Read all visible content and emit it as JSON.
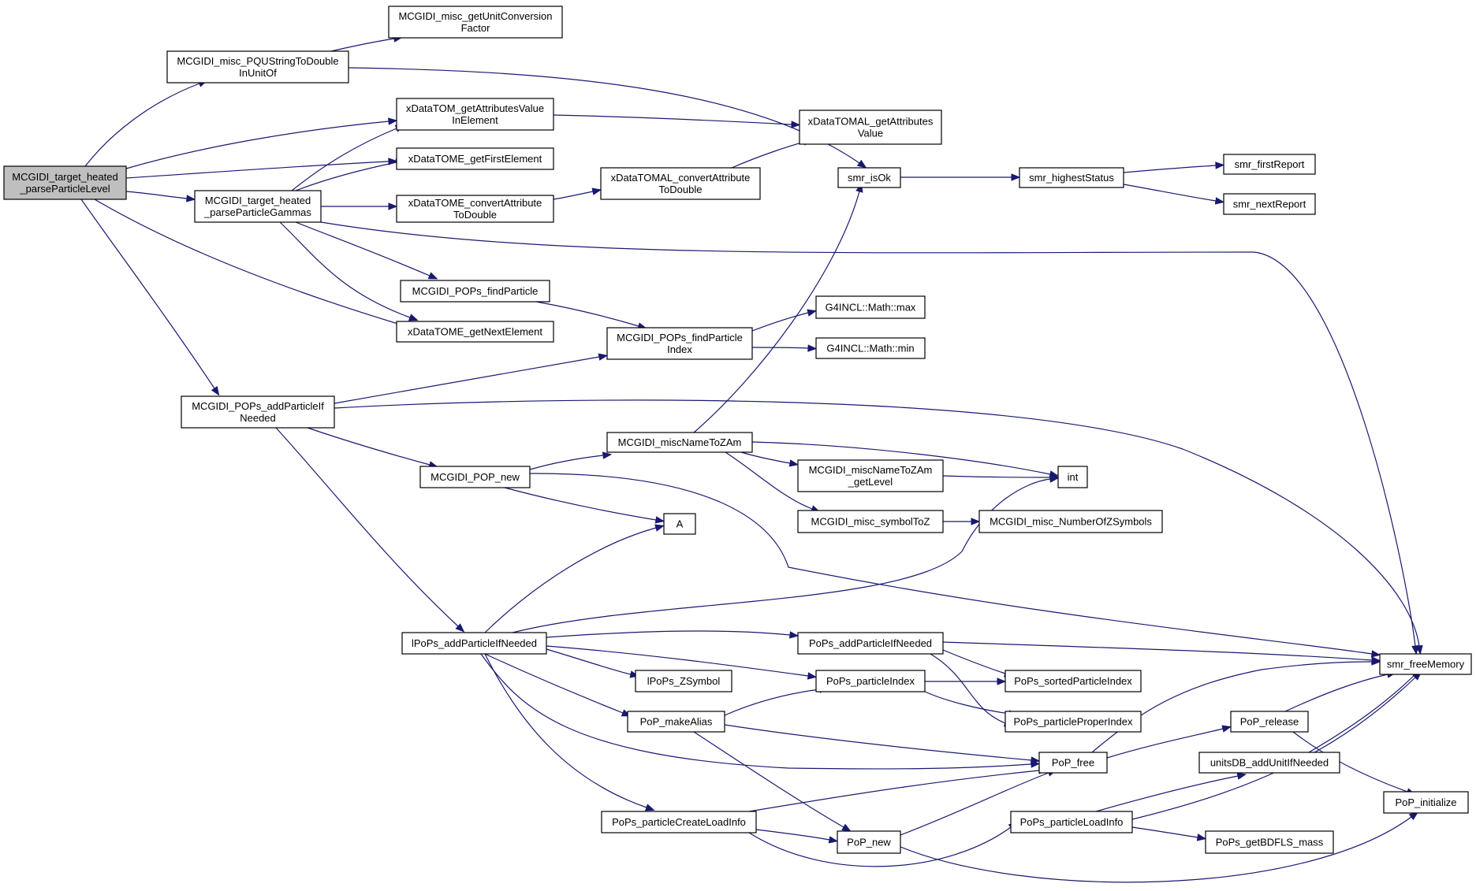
{
  "diagram": {
    "nodes": [
      {
        "id": "root",
        "lines": [
          "MCGIDI_target_heated",
          "_parseParticleLevel"
        ]
      },
      {
        "id": "getUnitConv",
        "lines": [
          "MCGIDI_misc_getUnitConversion",
          "Factor"
        ]
      },
      {
        "id": "pqu",
        "lines": [
          "MCGIDI_misc_PQUStringToDouble",
          "InUnitOf"
        ]
      },
      {
        "id": "tomGetAttr",
        "lines": [
          "xDataTOM_getAttributesValue",
          "InElement"
        ]
      },
      {
        "id": "tomalGetAttr",
        "lines": [
          "xDataTOMAL_getAttributes",
          "Value"
        ]
      },
      {
        "id": "firstElem",
        "lines": [
          "xDataTOME_getFirstElement"
        ]
      },
      {
        "id": "tomalConv",
        "lines": [
          "xDataTOMAL_convertAttribute",
          "ToDouble"
        ]
      },
      {
        "id": "smrIsOk",
        "lines": [
          "smr_isOk"
        ]
      },
      {
        "id": "smrHighest",
        "lines": [
          "smr_highestStatus"
        ]
      },
      {
        "id": "smrFirst",
        "lines": [
          "smr_firstReport"
        ]
      },
      {
        "id": "smrNext",
        "lines": [
          "smr_nextReport"
        ]
      },
      {
        "id": "gammas",
        "lines": [
          "MCGIDI_target_heated",
          "_parseParticleGammas"
        ]
      },
      {
        "id": "tomeConv",
        "lines": [
          "xDataTOME_convertAttribute",
          "ToDouble"
        ]
      },
      {
        "id": "findParticle",
        "lines": [
          "MCGIDI_POPs_findParticle"
        ]
      },
      {
        "id": "nextElem",
        "lines": [
          "xDataTOME_getNextElement"
        ]
      },
      {
        "id": "findIndex",
        "lines": [
          "MCGIDI_POPs_findParticle",
          "Index"
        ]
      },
      {
        "id": "max",
        "lines": [
          "G4INCL::Math::max"
        ]
      },
      {
        "id": "min",
        "lines": [
          "G4INCL::Math::min"
        ]
      },
      {
        "id": "addIfNeeded",
        "lines": [
          "MCGIDI_POPs_addParticleIf",
          "Needed"
        ]
      },
      {
        "id": "nameToZAm",
        "lines": [
          "MCGIDI_miscNameToZAm"
        ]
      },
      {
        "id": "popNew",
        "lines": [
          "MCGIDI_POP_new"
        ]
      },
      {
        "id": "getLevel",
        "lines": [
          "MCGIDI_miscNameToZAm",
          "_getLevel"
        ]
      },
      {
        "id": "int",
        "lines": [
          "int"
        ]
      },
      {
        "id": "symbolToZ",
        "lines": [
          "MCGIDI_misc_symbolToZ"
        ]
      },
      {
        "id": "numZSym",
        "lines": [
          "MCGIDI_misc_NumberOfZSymbols"
        ]
      },
      {
        "id": "A",
        "lines": [
          "A"
        ]
      },
      {
        "id": "lpopsAdd",
        "lines": [
          "lPoPs_addParticleIfNeeded"
        ]
      },
      {
        "id": "popsAdd",
        "lines": [
          "PoPs_addParticleIfNeeded"
        ]
      },
      {
        "id": "freeMem",
        "lines": [
          "smr_freeMemory"
        ]
      },
      {
        "id": "lzsym",
        "lines": [
          "lPoPs_ZSymbol"
        ]
      },
      {
        "id": "partIndex",
        "lines": [
          "PoPs_particleIndex"
        ]
      },
      {
        "id": "sortedIdx",
        "lines": [
          "PoPs_sortedParticleIndex"
        ]
      },
      {
        "id": "makeAlias",
        "lines": [
          "PoP_makeAlias"
        ]
      },
      {
        "id": "properIdx",
        "lines": [
          "PoPs_particleProperIndex"
        ]
      },
      {
        "id": "popRelease",
        "lines": [
          "PoP_release"
        ]
      },
      {
        "id": "popFree",
        "lines": [
          "PoP_free"
        ]
      },
      {
        "id": "unitsDB",
        "lines": [
          "unitsDB_addUnitIfNeeded"
        ]
      },
      {
        "id": "popInit",
        "lines": [
          "PoP_initialize"
        ]
      },
      {
        "id": "createLoad",
        "lines": [
          "PoPs_particleCreateLoadInfo"
        ]
      },
      {
        "id": "loadInfo",
        "lines": [
          "PoPs_particleLoadInfo"
        ]
      },
      {
        "id": "popNew2",
        "lines": [
          "PoP_new"
        ]
      },
      {
        "id": "bdfls",
        "lines": [
          "PoPs_getBDFLS_mass"
        ]
      }
    ],
    "edges": [
      [
        "root",
        "pqu"
      ],
      [
        "root",
        "tomGetAttr"
      ],
      [
        "root",
        "firstElem"
      ],
      [
        "root",
        "gammas"
      ],
      [
        "root",
        "nextElem"
      ],
      [
        "root",
        "addIfNeeded"
      ],
      [
        "pqu",
        "getUnitConv"
      ],
      [
        "pqu",
        "smrIsOk"
      ],
      [
        "tomGetAttr",
        "tomalGetAttr"
      ],
      [
        "gammas",
        "tomGetAttr"
      ],
      [
        "gammas",
        "firstElem"
      ],
      [
        "gammas",
        "tomeConv"
      ],
      [
        "gammas",
        "findParticle"
      ],
      [
        "gammas",
        "nextElem"
      ],
      [
        "gammas",
        "freeMem"
      ],
      [
        "tomeConv",
        "tomalConv"
      ],
      [
        "tomalConv",
        "tomalGetAttr"
      ],
      [
        "smrIsOk",
        "smrHighest"
      ],
      [
        "smrHighest",
        "smrFirst"
      ],
      [
        "smrHighest",
        "smrNext"
      ],
      [
        "findParticle",
        "findIndex"
      ],
      [
        "findIndex",
        "max"
      ],
      [
        "findIndex",
        "min"
      ],
      [
        "addIfNeeded",
        "findIndex"
      ],
      [
        "addIfNeeded",
        "freeMem"
      ],
      [
        "addIfNeeded",
        "popNew"
      ],
      [
        "addIfNeeded",
        "lpopsAdd"
      ],
      [
        "popNew",
        "nameToZAm"
      ],
      [
        "popNew",
        "A"
      ],
      [
        "popNew",
        "freeMem"
      ],
      [
        "nameToZAm",
        "smrIsOk"
      ],
      [
        "nameToZAm",
        "int"
      ],
      [
        "nameToZAm",
        "getLevel"
      ],
      [
        "nameToZAm",
        "symbolToZ"
      ],
      [
        "getLevel",
        "int"
      ],
      [
        "symbolToZ",
        "numZSym"
      ],
      [
        "lpopsAdd",
        "A"
      ],
      [
        "lpopsAdd",
        "int"
      ],
      [
        "lpopsAdd",
        "popsAdd"
      ],
      [
        "lpopsAdd",
        "partIndex"
      ],
      [
        "lpopsAdd",
        "lzsym"
      ],
      [
        "lpopsAdd",
        "makeAlias"
      ],
      [
        "lpopsAdd",
        "popFree"
      ],
      [
        "lpopsAdd",
        "createLoad"
      ],
      [
        "popsAdd",
        "freeMem"
      ],
      [
        "popsAdd",
        "sortedIdx"
      ],
      [
        "popsAdd",
        "properIdx"
      ],
      [
        "partIndex",
        "sortedIdx"
      ],
      [
        "partIndex",
        "properIdx"
      ],
      [
        "makeAlias",
        "partIndex"
      ],
      [
        "makeAlias",
        "popFree"
      ],
      [
        "makeAlias",
        "popNew2"
      ],
      [
        "popFree",
        "freeMem"
      ],
      [
        "popFree",
        "popRelease"
      ],
      [
        "popRelease",
        "freeMem"
      ],
      [
        "popRelease",
        "popInit"
      ],
      [
        "unitsDB",
        "freeMem"
      ],
      [
        "createLoad",
        "popFree"
      ],
      [
        "createLoad",
        "popNew2"
      ],
      [
        "createLoad",
        "loadInfo"
      ],
      [
        "popNew2",
        "popFree"
      ],
      [
        "popNew2",
        "popInit"
      ],
      [
        "loadInfo",
        "unitsDB"
      ],
      [
        "loadInfo",
        "freeMem"
      ],
      [
        "loadInfo",
        "bdfls"
      ]
    ]
  }
}
